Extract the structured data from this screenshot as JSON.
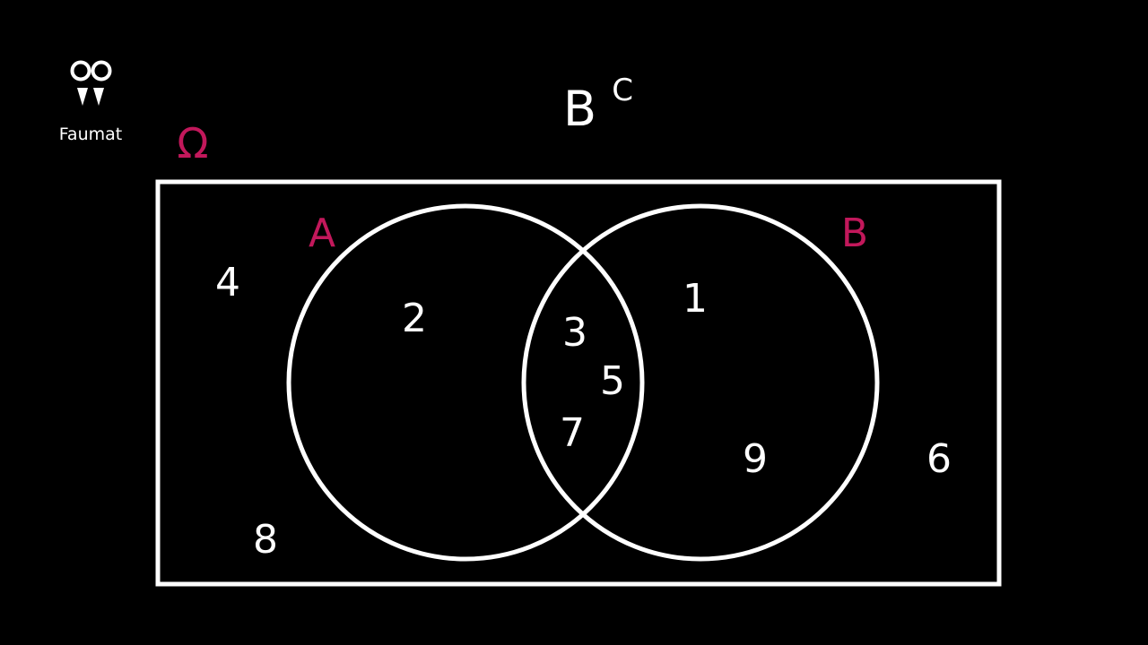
{
  "logo": {
    "name": "Faumat"
  },
  "title": {
    "base": "B",
    "superscript": "C"
  },
  "universe": {
    "label": "Ω"
  },
  "sets": {
    "a": {
      "label": "A"
    },
    "b": {
      "label": "B"
    }
  },
  "elements": {
    "outside": [
      "4",
      "8",
      "6"
    ],
    "only_a": [
      "2"
    ],
    "a_and_b": [
      "3",
      "5",
      "7"
    ],
    "only_b": [
      "1",
      "9"
    ]
  },
  "colors": {
    "background": "#000000",
    "stroke": "#ffffff",
    "text": "#ffffff",
    "accent": "#c2185b"
  }
}
